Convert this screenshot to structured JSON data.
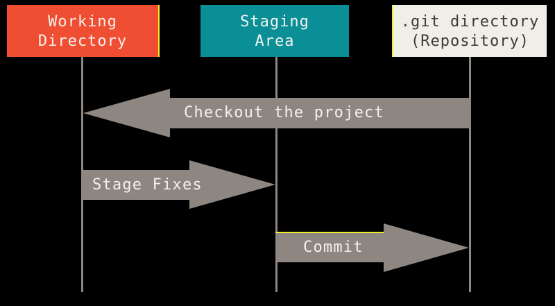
{
  "diagram": {
    "background": "#000000",
    "columns": [
      {
        "id": "working-directory",
        "label_lines": [
          "Working",
          "Directory"
        ],
        "fill": "#f04e32",
        "text_color": "#f3f1ee"
      },
      {
        "id": "staging-area",
        "label_lines": [
          "Staging",
          "Area"
        ],
        "fill": "#0a8f97",
        "text_color": "#f3f1ee"
      },
      {
        "id": "git-directory",
        "label_lines": [
          ".git directory",
          "(Repository)"
        ],
        "fill": "#f0efe7",
        "text_color": "#3e3933"
      }
    ],
    "arrows": [
      {
        "label": "Checkout the project",
        "from": "git-directory",
        "to": "working-directory",
        "direction": "left"
      },
      {
        "label": "Stage Fixes",
        "from": "working-directory",
        "to": "staging-area",
        "direction": "right"
      },
      {
        "label": "Commit",
        "from": "staging-area",
        "to": "git-directory",
        "direction": "right"
      }
    ],
    "colors": {
      "arrow_fill": "#8e8781",
      "lifeline": "#8e8781",
      "arrow_text": "#f3f1ee",
      "accent_yellow": "#f6ee26"
    }
  }
}
